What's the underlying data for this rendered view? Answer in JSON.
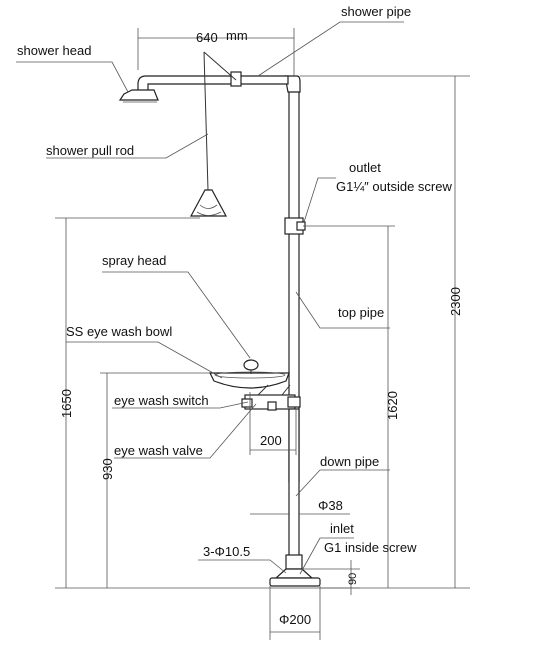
{
  "labels": {
    "shower_head": "shower head",
    "shower_pipe": "shower pipe",
    "shower_pull_rod": "shower pull rod",
    "outlet": "outlet",
    "outlet_thread": "G1¼″ outside screw",
    "spray_head": "spray head",
    "top_pipe": "top pipe",
    "eye_wash_bowl": "SS eye wash bowl",
    "eye_wash_switch": "eye wash switch",
    "eye_wash_valve": "eye wash valve",
    "down_pipe": "down pipe",
    "inlet": "inlet",
    "inlet_thread": "G1 inside screw",
    "base_holes": "3-Φ10.5"
  },
  "dimensions": {
    "shower_reach": "640",
    "shower_reach_unit": "mm",
    "total_height": "2300",
    "pull_rod_height": "1650",
    "outlet_height": "1620",
    "bowl_height": "930",
    "bowl_offset": "200",
    "pipe_diameter": "Φ38",
    "base_height": "90",
    "base_diameter": "Φ200"
  }
}
